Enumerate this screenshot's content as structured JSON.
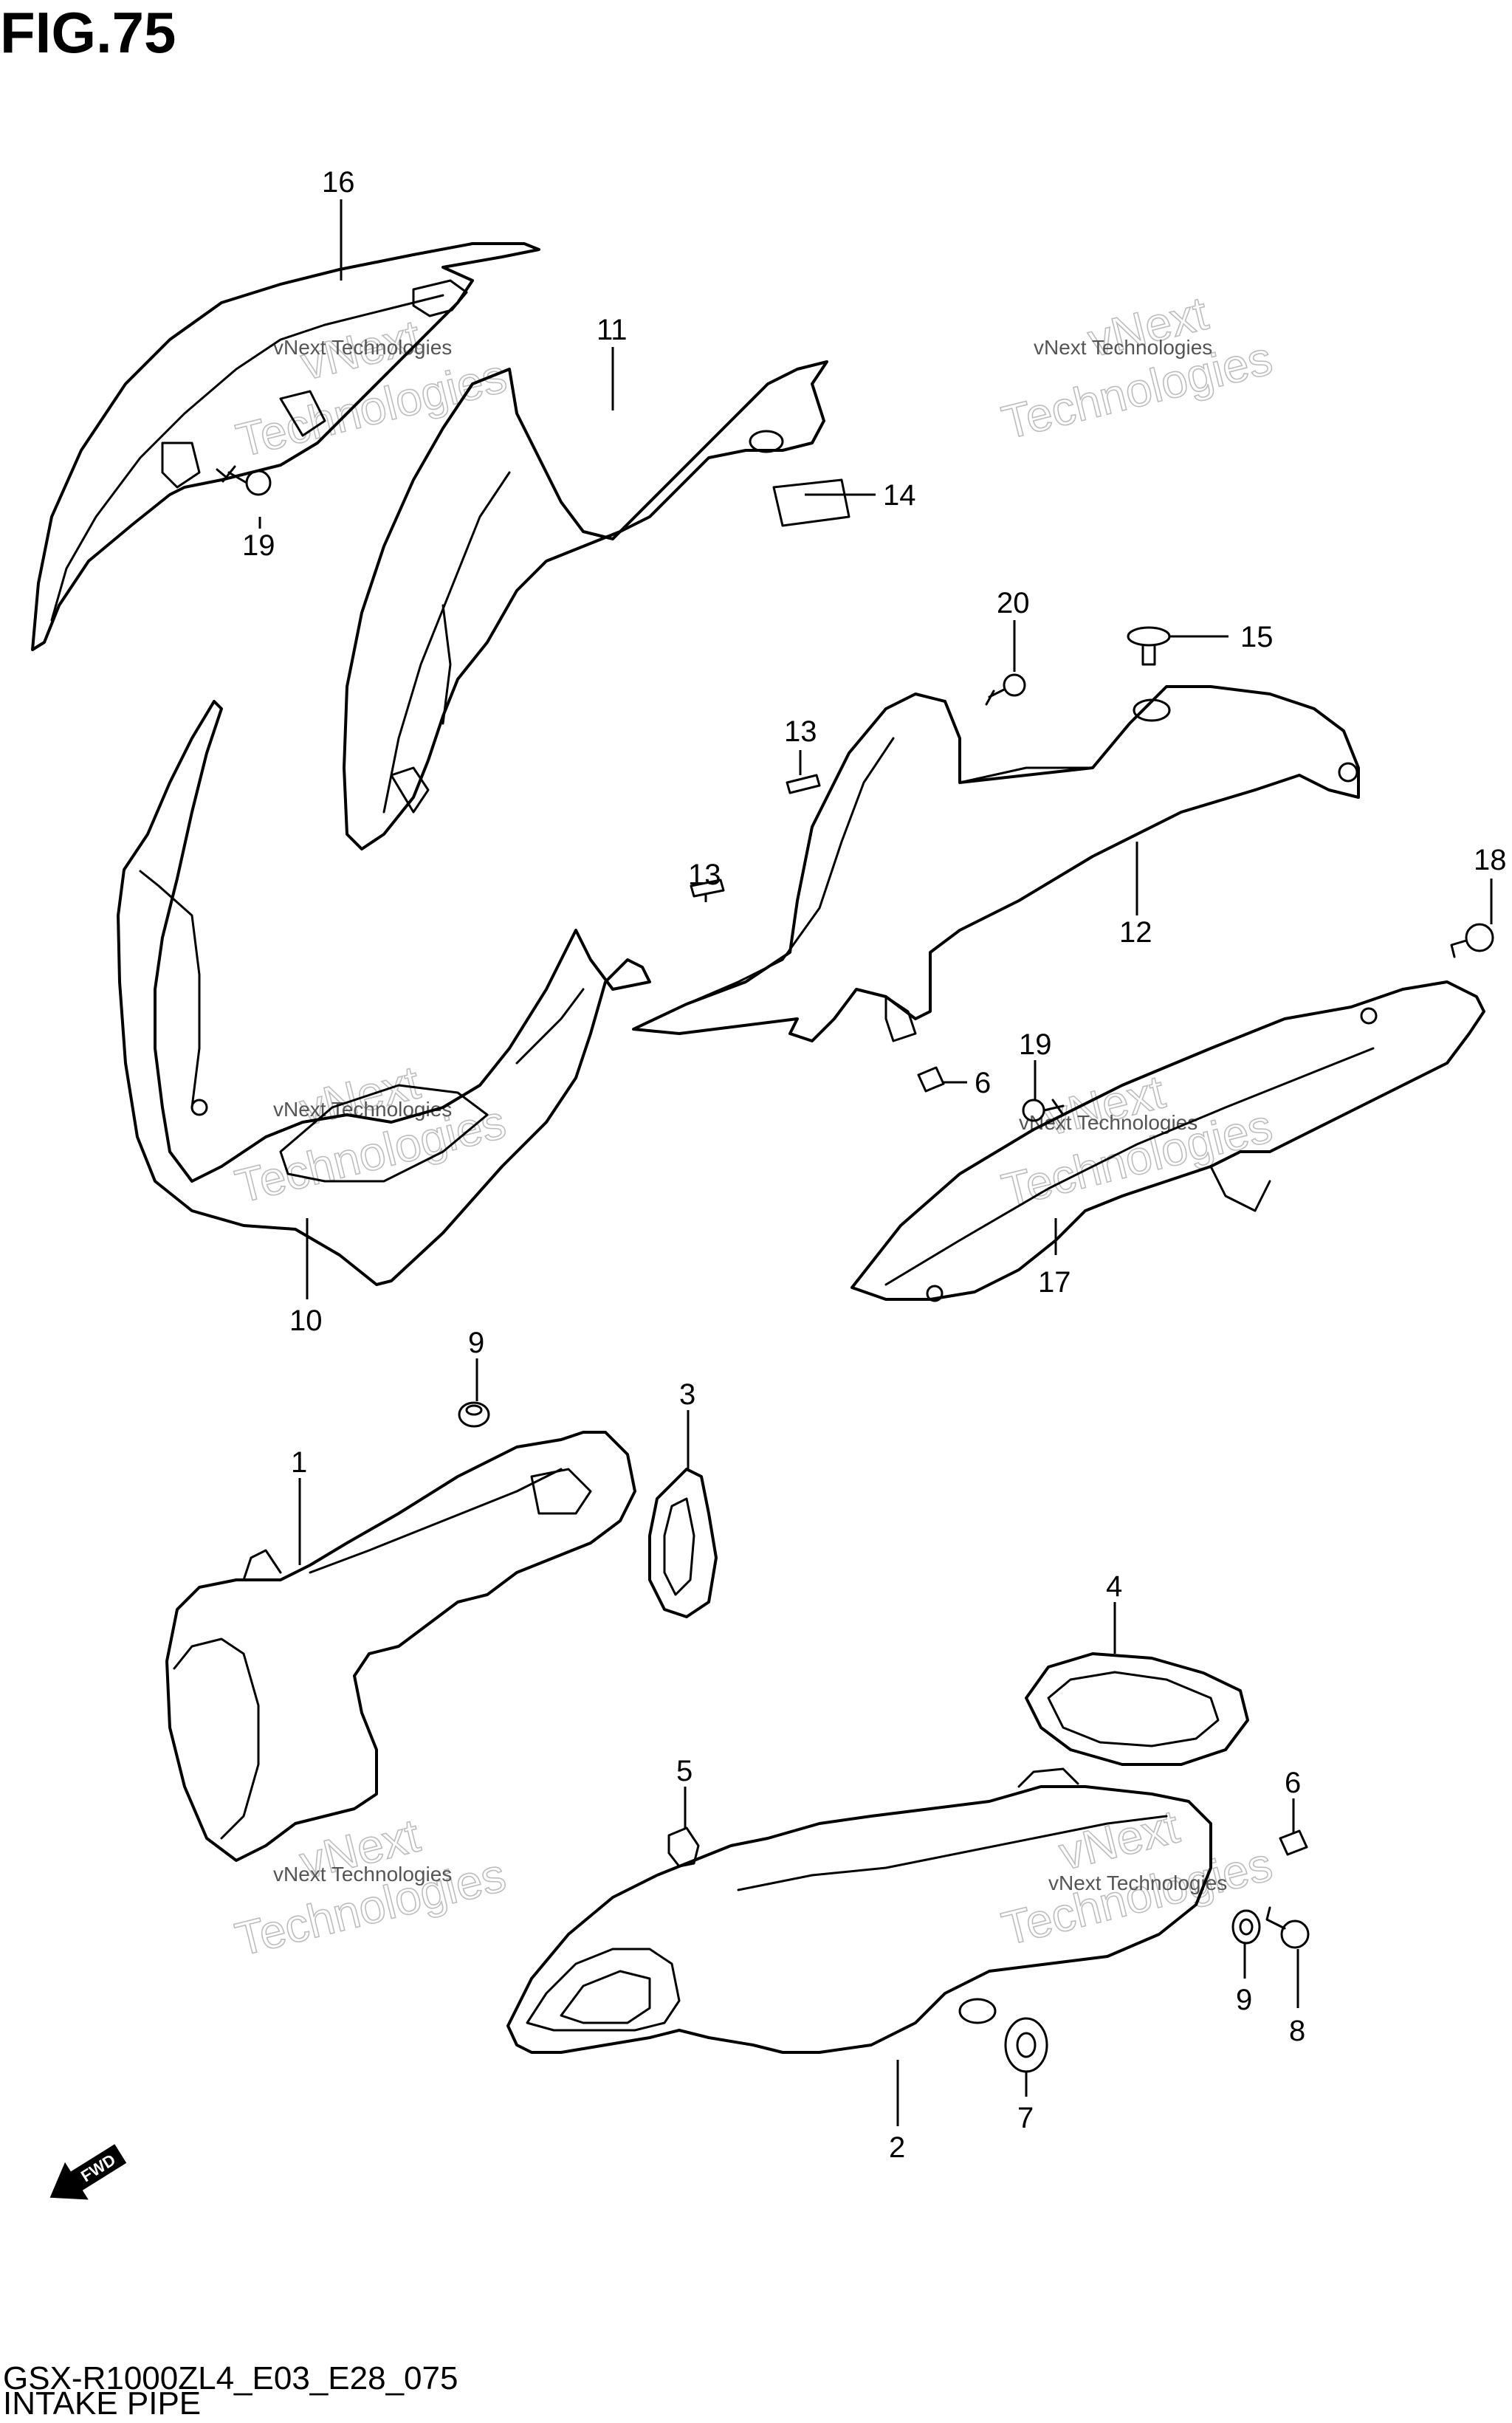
{
  "figure": {
    "title": "FIG.75",
    "code": "GSX-R1000ZL4_E03_E28_075",
    "name": "INTAKE PIPE"
  },
  "watermark": {
    "line1": "vNext",
    "line2": "Technologies",
    "small": "vNext Technologies"
  },
  "direction_label": "FWD",
  "callouts": [
    "16",
    "11",
    "14",
    "19",
    "20",
    "15",
    "13",
    "13",
    "12",
    "18",
    "6",
    "19",
    "17",
    "10",
    "9",
    "3",
    "1",
    "4",
    "5",
    "6",
    "9",
    "8",
    "7",
    "2"
  ]
}
